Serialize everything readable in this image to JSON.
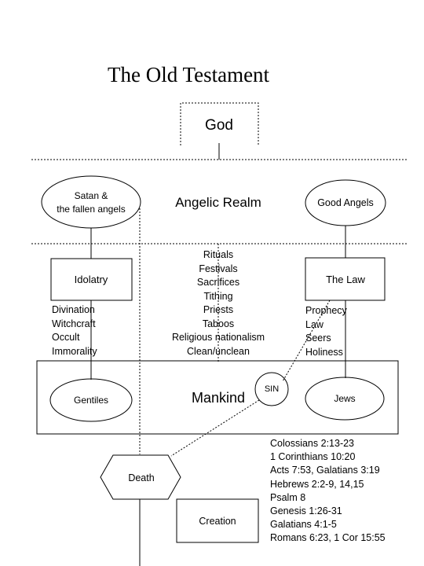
{
  "title": "The Old Testament",
  "nodes": {
    "god": "God",
    "angelic_realm": "Angelic Realm",
    "satan": "Satan &",
    "fallen_angels": "the fallen angels",
    "good_angels": "Good Angels",
    "idolatry": "Idolatry",
    "the_law": "The Law",
    "mankind": "Mankind",
    "sin": "SIN",
    "gentiles": "Gentiles",
    "jews": "Jews",
    "death": "Death",
    "creation": "Creation"
  },
  "idolatry_items": [
    "Divination",
    "Witchcraft",
    "Occult",
    "Immorality"
  ],
  "center_items": [
    "Rituals",
    "Festivals",
    "Sacrifices",
    "Tithing",
    "Priests",
    "Taboos",
    "Religious nationalism",
    "Clean/unclean"
  ],
  "law_items": [
    "Prophecy",
    "Law",
    "Seers",
    "Holiness"
  ],
  "references": [
    "Colossians 2:13-23",
    "1 Corinthians 10:20",
    "Acts 7:53, Galatians 3:19",
    "Hebrews 2:2-9, 14,15",
    "Psalm 8",
    "Genesis 1:26-31",
    "Galatians 4:1-5",
    "Romans 6:23, 1 Cor 15:55"
  ]
}
